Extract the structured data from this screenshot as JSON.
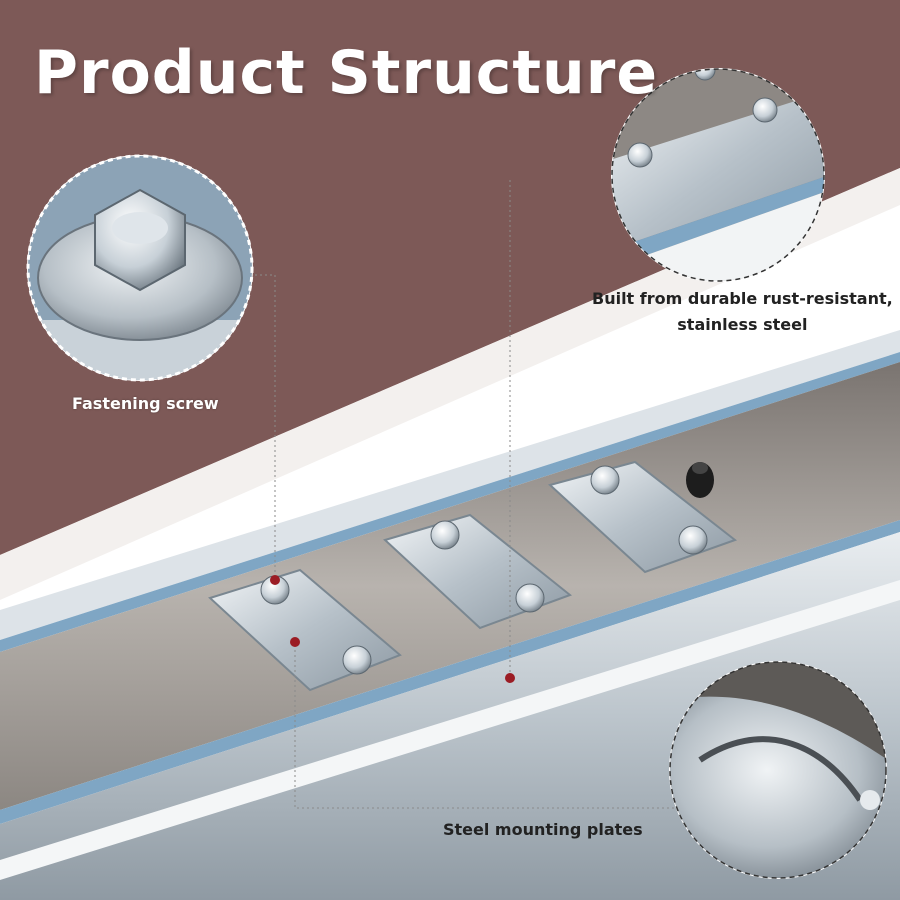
{
  "title": "Product Structure",
  "callouts": {
    "fastening_screw": "Fastening screw",
    "built_from_line1": "Built from durable rust-resistant,",
    "built_from_line2": "stainless steel",
    "mounting_plates": "Steel mounting plates"
  },
  "colors": {
    "background_top": "#7d5957",
    "background_bottom": "#ffffff",
    "accent_marker": "#9b1c24",
    "rail_steel": "#b9c4cc",
    "rail_edge_blue": "#7fa6c4"
  }
}
